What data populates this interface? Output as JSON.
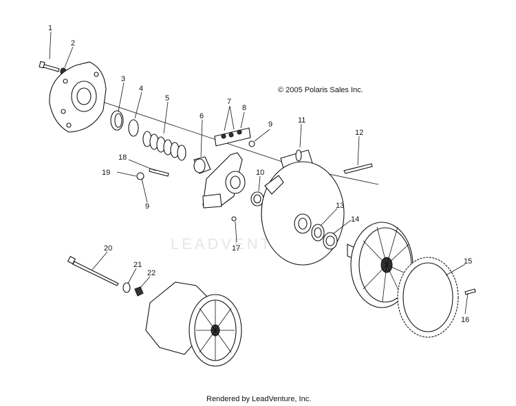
{
  "copyright": "© 2005 Polaris Sales Inc.",
  "watermark": "LEADVENTURE",
  "footer": "Rendered by LeadVenture, Inc.",
  "callouts": [
    "1",
    "2",
    "3",
    "4",
    "5",
    "6",
    "7",
    "8",
    "9",
    "9",
    "10",
    "11",
    "12",
    "13",
    "14",
    "15",
    "16",
    "17",
    "18",
    "19",
    "20",
    "21",
    "22"
  ]
}
